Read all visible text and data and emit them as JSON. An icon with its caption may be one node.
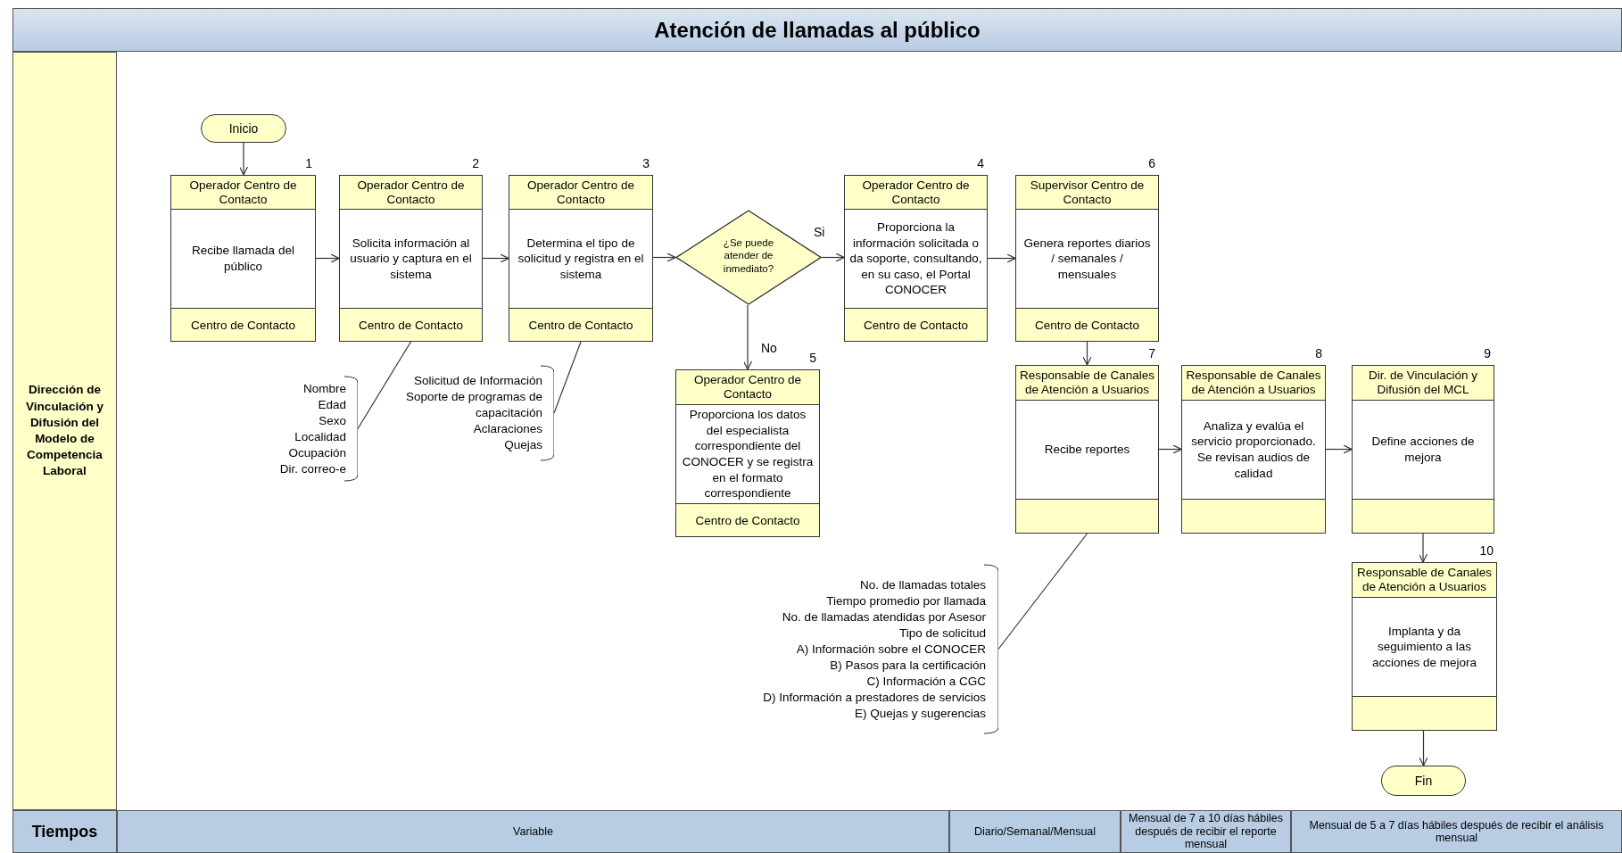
{
  "diagram": {
    "title": "Atención de llamadas al público",
    "nodes": [
      {
        "text": [
          "Dirección de Vinculación y Difusión del Modelo de Competencia Laboral"
        ]
      },
      {
        "text": [
          "Inicio"
        ]
      },
      {
        "text": [
          "Operador Centro de Contacto",
          "Recibe llamada del público",
          "Centro de Contacto"
        ],
        "beside": [
          "1"
        ]
      },
      {
        "text": [
          "Operador Centro de Contacto",
          "Solicita información al usuario y captura en el sistema",
          "Centro de Contacto"
        ],
        "beside": [
          "2"
        ]
      },
      {
        "text": [
          "Operador Centro de Contacto",
          "Determina el tipo de solicitud y registra en el sistema",
          "Centro de Contacto"
        ],
        "beside": [
          "3"
        ]
      },
      {
        "text": [
          "¿Se puede atender de inmediato?"
        ]
      },
      {
        "text": [
          "Operador Centro de Contacto",
          "Proporciona la información solicitada o da soporte, consultando, en su caso, el Portal CONOCER",
          "Centro de Contacto"
        ],
        "beside": [
          "4"
        ]
      },
      {
        "text": [
          "Supervisor Centro de Contacto",
          "Genera reportes diarios / semanales / mensuales",
          "Centro de Contacto"
        ],
        "beside": [
          "6"
        ]
      },
      {
        "text": [
          "Operador Centro de Contacto",
          "Proporciona los datos del especialista correspondiente del CONOCER y se registra en el formato correspondiente",
          "Centro de Contacto"
        ],
        "beside": [
          "5"
        ]
      },
      {
        "text": [
          "Responsable de Canales de Atención a Usuarios",
          "Recibe reportes"
        ],
        "beside": [
          "7"
        ]
      },
      {
        "text": [
          "Responsable de Canales de Atención a Usuarios",
          "Analiza y evalúa el servicio proporcionado. Se revisan audios de calidad"
        ],
        "beside": [
          "8"
        ]
      },
      {
        "text": [
          "Dir. de Vinculación y Difusión del MCL",
          "Define acciones de mejora"
        ],
        "beside": [
          "9"
        ]
      },
      {
        "text": [
          "Responsable de Canales de Atención a Usuarios",
          "Implanta y da seguimiento a las acciones de mejora"
        ],
        "beside": [
          "10"
        ]
      },
      {
        "text": [
          "Fin"
        ]
      },
      {
        "text": [
          "Nombre",
          "Edad",
          "Sexo",
          "Localidad",
          "Ocupación",
          "Dir. correo-e"
        ]
      },
      {
        "text": [
          "Solicitud de Información",
          "Soporte de programas de capacitación",
          "Aclaraciones",
          "Quejas"
        ]
      },
      {
        "text": [
          "No. de llamadas totales",
          "Tiempo promedio por llamada",
          "No. de llamadas atendidas por Asesor",
          "Tipo de solicitud",
          "A) Información sobre el CONOCER",
          "B) Pasos para la certificación",
          "C) Información a CGC",
          "D) Información a prestadores de servicios",
          "E) Quejas y sugerencias"
        ]
      }
    ],
    "edges": [
      {
        "from": 1,
        "to": 2,
        "arrow": "to"
      },
      {
        "from": 2,
        "to": 3,
        "arrow": "to"
      },
      {
        "from": 3,
        "to": 4,
        "arrow": "to"
      },
      {
        "from": 4,
        "to": 5,
        "arrow": "to"
      },
      {
        "from": 5,
        "to": 6,
        "arrow": "to",
        "label": "Si"
      },
      {
        "from": 5,
        "to": 8,
        "arrow": "to",
        "label": "No"
      },
      {
        "from": 6,
        "to": 7,
        "arrow": "to"
      },
      {
        "from": 7,
        "to": 9,
        "arrow": "to"
      },
      {
        "from": 9,
        "to": 10,
        "arrow": "to"
      },
      {
        "from": 10,
        "to": 11,
        "arrow": "to"
      },
      {
        "from": 11,
        "to": 12,
        "arrow": "to"
      },
      {
        "from": 12,
        "to": 13,
        "arrow": "to"
      },
      {
        "from": 14,
        "to": 3,
        "arrow": "none"
      },
      {
        "from": 15,
        "to": 4,
        "arrow": "none"
      },
      {
        "from": 16,
        "to": 9,
        "arrow": "none"
      }
    ],
    "labels": [
      "Tiempos",
      "Variable",
      "Diario/Semanal/Mensual",
      "Mensual de 7 a 10 días hábiles después de recibir el reporte mensual",
      "Mensual de 5 a 7 días hábiles después de recibir el análisis mensual"
    ]
  }
}
